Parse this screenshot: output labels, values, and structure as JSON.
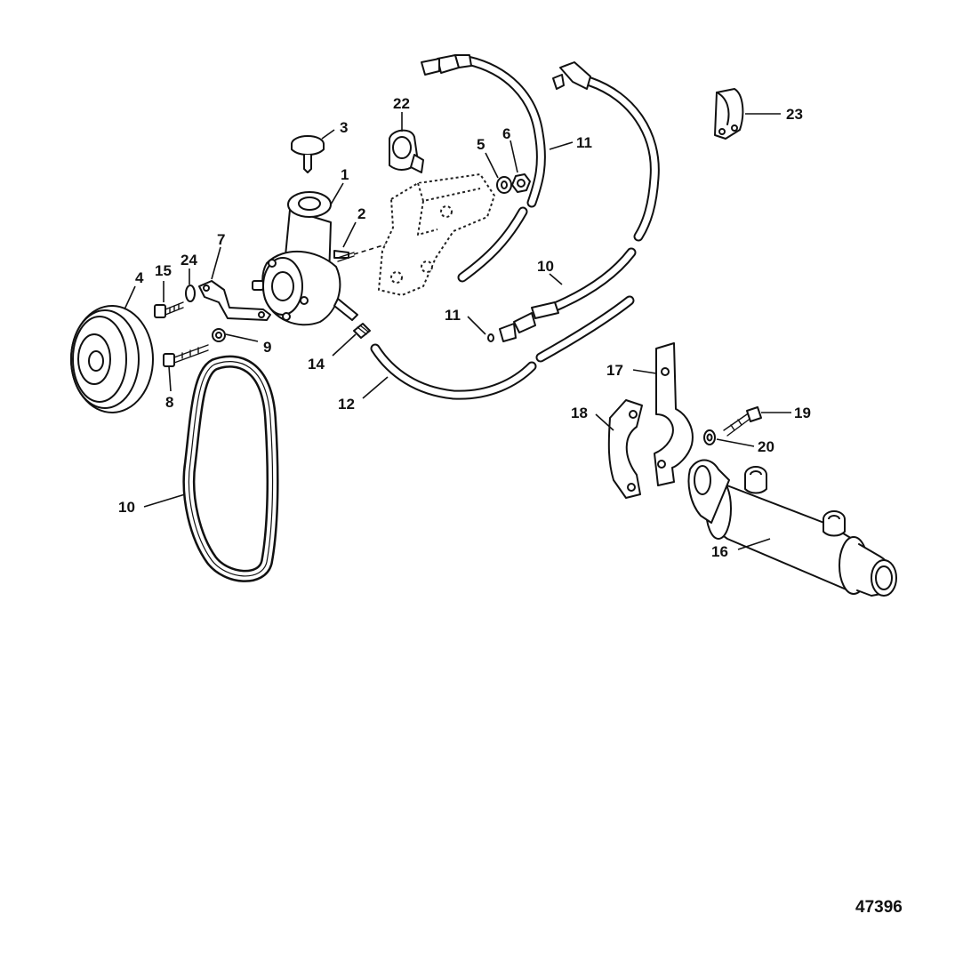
{
  "callouts": {
    "c1": "1",
    "c2": "2",
    "c3": "3",
    "c4": "4",
    "c5": "5",
    "c6": "6",
    "c7": "7",
    "c8": "8",
    "c9": "9",
    "c10a": "10",
    "c10b": "10",
    "c11a": "11",
    "c11b": "11",
    "c12": "12",
    "c14": "14",
    "c15": "15",
    "c16": "16",
    "c17": "17",
    "c18": "18",
    "c19": "19",
    "c20": "20",
    "c22": "22",
    "c23": "23",
    "c24": "24"
  },
  "figure_number": "47396"
}
